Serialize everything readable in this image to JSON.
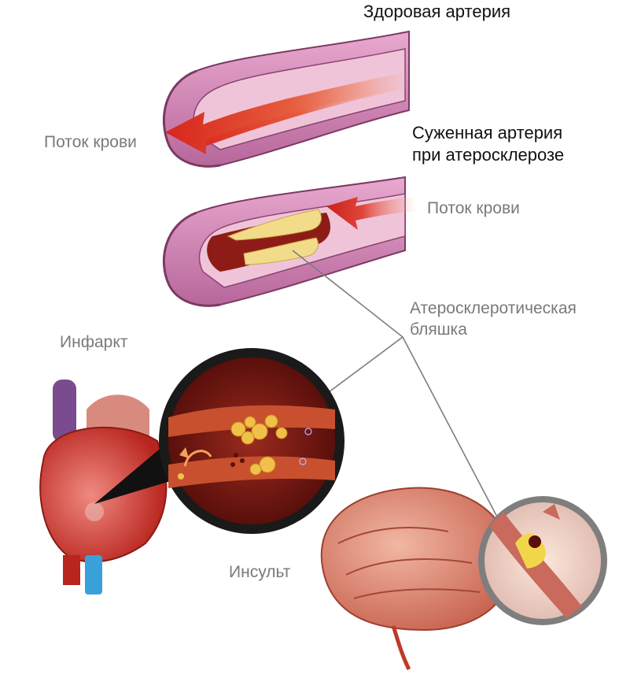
{
  "labels": {
    "healthy_artery": "Здоровая артерия",
    "narrowed_artery_line1": "Суженная артерия",
    "narrowed_artery_line2": "при атеросклерозе",
    "blood_flow_top": "Поток крови",
    "blood_flow_bottom": "Поток крови",
    "plaque_line1": "Атеросклеротическая",
    "plaque_line2": "бляшка",
    "infarction": "Инфаркт",
    "stroke": "Инсульт"
  },
  "colors": {
    "artery_wall": "#d78fbd",
    "artery_wall_dark": "#b46a9a",
    "artery_inner": "#f0c4d8",
    "blood": "#d7261e",
    "lumen": "#8e1c16",
    "plaque": "#f2dc8a",
    "leader_line": "#7d7d7d",
    "heart_red": "#c8302a",
    "brain_pink": "#d6735e"
  },
  "icons": {
    "arrow": "blood-flow-arrow-icon",
    "magnifier": "magnifier-lens-icon"
  }
}
